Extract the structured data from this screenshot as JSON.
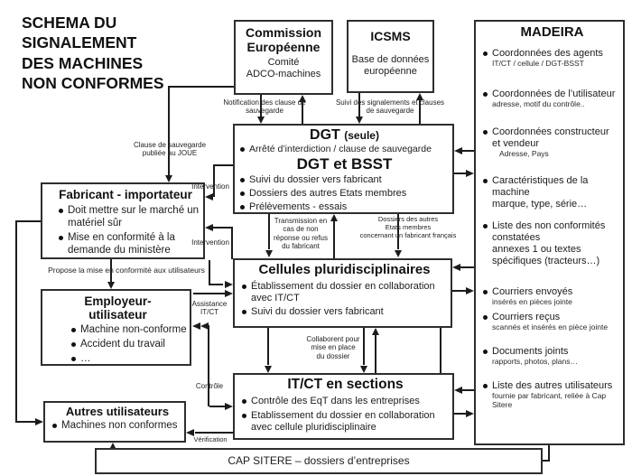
{
  "diagram_title": "SCHEMA DU\nSIGNALEMENT\nDES MACHINES\nNON CONFORMES",
  "boxes": {
    "commission": {
      "title": "Commission\nEuropéenne",
      "subtitle": "Comité\nADCO-machines"
    },
    "icsms": {
      "title": "ICSMS",
      "subtitle": "Base de données\neuropéenne"
    },
    "madeira": {
      "title": "MADEIRA",
      "items": [
        {
          "main": "Coordonnées des agents",
          "sub": "IT/CT / cellule / DGT-BSST"
        },
        {
          "main": "Coordonnées de l’utilisateur",
          "sub": "adresse, motif du contrôle.."
        },
        {
          "main": "Coordonnées constructeur\net vendeur",
          "sub": "Adresse, Pays"
        },
        {
          "main": "Caractéristiques de la\nmachine\nmarque, type, série…"
        },
        {
          "main": "Liste des non conformités\nconstatées\nannexes 1 ou textes\nspécifiques (tracteurs…)"
        },
        {
          "main": "Courriers envoyés",
          "sub": "insérés en pièces jointe"
        },
        {
          "main": "Courriers reçus",
          "sub": "scannés et insérés en pièce jointe"
        },
        {
          "main": "Documents joints",
          "sub": "rapports, photos, plans…"
        },
        {
          "main": "Liste des autres utilisateurs",
          "sub": "fournie par fabricant, reliée à Cap Sitere"
        }
      ]
    },
    "dgt": {
      "title1": "DGT",
      "title1_note": "(seule)",
      "bullet1": "Arrêté d’interdiction / clause de sauvegarde",
      "title2": "DGT et BSST",
      "bullets": [
        "Suivi du dossier vers fabricant",
        "Dossiers des autres Etats membres",
        "Prélèvements - essais"
      ]
    },
    "fabricant": {
      "title": "Fabricant - importateur",
      "bullets": [
        "Doit mettre sur le marché un matériel sûr",
        "Mise en conformité à la demande du ministère"
      ]
    },
    "employeur": {
      "title": "Employeur-\nutilisateur",
      "bullets": [
        "Machine non-conforme",
        "Accident du travail",
        "…"
      ]
    },
    "cellules": {
      "title": "Cellules pluridisciplinaires",
      "bullets": [
        "Établissement du dossier en collaboration\navec IT/CT",
        "Suivi du dossier vers fabricant"
      ]
    },
    "itct": {
      "title": "IT/CT en sections",
      "bullets": [
        "Contrôle des EqT dans les entreprises",
        "Etablissement du dossier en collaboration\navec cellule pluridisciplinaire"
      ]
    },
    "autres": {
      "title": "Autres utilisateurs",
      "bullets": [
        "Machines non conformes"
      ]
    },
    "capsitere": {
      "title": "CAP SITERE – dossiers d’entreprises"
    }
  },
  "labels": {
    "notification": "Notification des clause de\nsauvegarde",
    "suivi": "Suivi des signalements et clauses\nde sauvegarde",
    "clause_joue": "Clause de sauvegarde\npubliée au JOUE",
    "intervention1": "Intervention",
    "intervention2": "Intervention",
    "propose": "Propose la mise en conformité aux utilisateurs",
    "assistance": "Assistance\nIT/CT",
    "transmission": "Transmission en\ncas de non\nréponse ou refus\ndu fabricant",
    "dossiers": "Dossiers des autres\nEtats membres\nconcernant un fabricant français",
    "collaborent": "Collaborent pour\nmise en place\ndu dossier",
    "controle": "Contrôle",
    "verification": "Vérification"
  }
}
